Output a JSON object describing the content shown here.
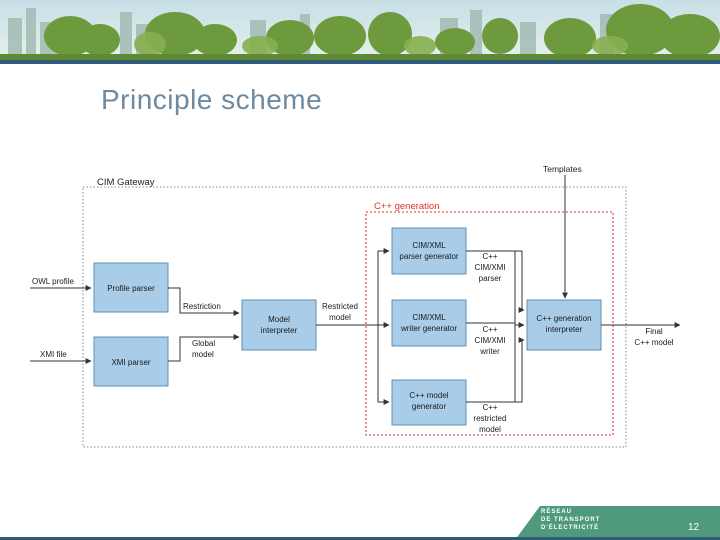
{
  "slide": {
    "title": "Principle scheme",
    "page_number": "12"
  },
  "footer": {
    "brand_lines": [
      "RÉSEAU",
      "DE TRANSPORT",
      "D'ÉLECTRICITÉ"
    ]
  },
  "diagram": {
    "gateway_label": "CIM Gateway",
    "cpp_generation_label": "C++ generation",
    "templates_label": "Templates",
    "inputs": {
      "owl_profile": "OWL profile",
      "xmi_file": "XMI file"
    },
    "boxes": {
      "profile_parser": [
        "Profile parser"
      ],
      "xmi_parser": [
        "XMI parser"
      ],
      "model_interpreter": [
        "Model",
        "interpreter"
      ],
      "cim_xml_parser_generator": [
        "CIM/XML",
        "parser generator"
      ],
      "cim_xml_writer_generator": [
        "CIM/XML",
        "writer generator"
      ],
      "cpp_model_generator": [
        "C++ model",
        "generator"
      ],
      "cpp_generation_interpreter": [
        "C++ generation",
        "interpreter"
      ]
    },
    "edge_labels": {
      "restriction": [
        "Restriction"
      ],
      "global_model": [
        "Global",
        "model"
      ],
      "restricted_model": [
        "Restricted",
        "model"
      ],
      "cpp_parser": [
        "C++",
        "CIM/XMI",
        "parser"
      ],
      "cpp_writer": [
        "C++",
        "CIM/XMI",
        "writer"
      ],
      "cpp_restricted_model": [
        "C++",
        "restricted",
        "model"
      ],
      "final_model": [
        "Final",
        "C++ model"
      ]
    },
    "colors": {
      "box_fill": "#a9cce8",
      "box_stroke": "#5f8fb5",
      "red_dashed": "#e03030",
      "line": "#333333"
    }
  }
}
